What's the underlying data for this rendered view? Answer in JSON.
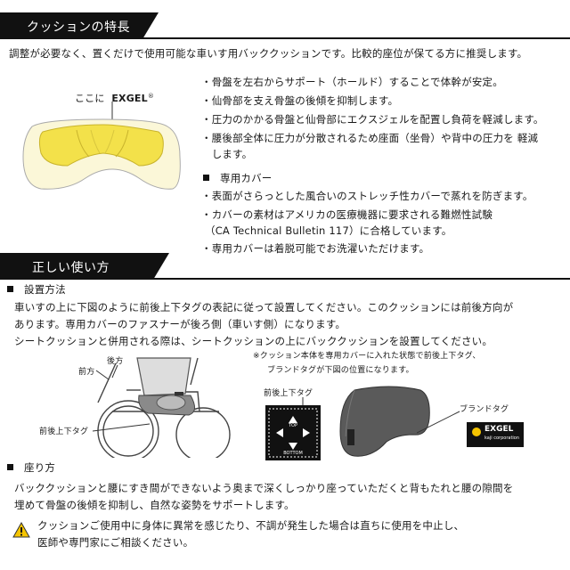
{
  "section1": {
    "title": "クッションの特長",
    "intro": "調整が必要なく、置くだけで使用可能な車いす用バッククッションです。比較的座位が保てる方に推奨します。",
    "callout_prefix": "ここに",
    "brand": "EXGEL",
    "bullets": [
      "・骨盤を左右からサポート（ホールド）することで体幹が安定。",
      "・仙骨部を支え骨盤の後傾を抑制します。",
      "・圧力のかかる骨盤と仙骨部にエクスジェルを配置し負荷を軽減します。",
      "・腰後部全体に圧力が分散されるため座面（坐骨）や背中の圧力を 軽減",
      "　します。"
    ],
    "cover_heading": "専用カバー",
    "cover_lines": [
      "・表面がさらっとした風合いのストレッチ性カバーで蒸れを防ぎます。",
      "・カバーの素材はアメリカの医療機器に要求される難燃性試験",
      "（CA Technical Bulletin 117）に合格しています。",
      "・専用カバーは着脱可能でお洗濯いただけます。"
    ]
  },
  "section2": {
    "title": "正しい使い方",
    "setup_heading": "設置方法",
    "setup_lines": [
      "車いすの上に下図のように前後上下タグの表記に従って設置してください。このクッションには前後方向が",
      "あります。専用カバーのファスナーが後ろ側（車いす側）になります。",
      "シートクッションと併用される際は、シートクッションの上にバッククッションを設置してください。"
    ],
    "label_back": "後方",
    "label_front": "前方",
    "label_tag_left": "前後上下タグ",
    "note_lines": [
      "※クッション本体を専用カバーに入れた状態で前後上下タグ、",
      "ブランドタグが下図の位置になります。"
    ],
    "label_tag_center": "前後上下タグ",
    "tag_top_text": "TOP",
    "tag_bottom_text": "BOTTOM",
    "label_brand_tag": "ブランドタグ",
    "brand_tag_logo": "EXGEL",
    "brand_tag_sub": "kaji corporation",
    "sit_heading": "座り方",
    "sit_lines": [
      "バッククッションと腰にすき間ができないよう奥まで深くしっかり座っていただくと背もたれと腰の隙間を",
      "埋めて骨盤の後傾を抑制し、自然な姿勢をサポートします。"
    ],
    "warning_lines": [
      "クッションご使用中に身体に異常を感じたり、不調が発生した場合は直ちに使用を中止し、",
      "医師や専門家にご相談ください。"
    ]
  },
  "colors": {
    "banner": "#111111",
    "gel_yellow": "#f3e14a",
    "foam_cream": "#fbf7d8",
    "cover_gray": "#5a5a5a",
    "warning_yellow": "#f5c400"
  }
}
